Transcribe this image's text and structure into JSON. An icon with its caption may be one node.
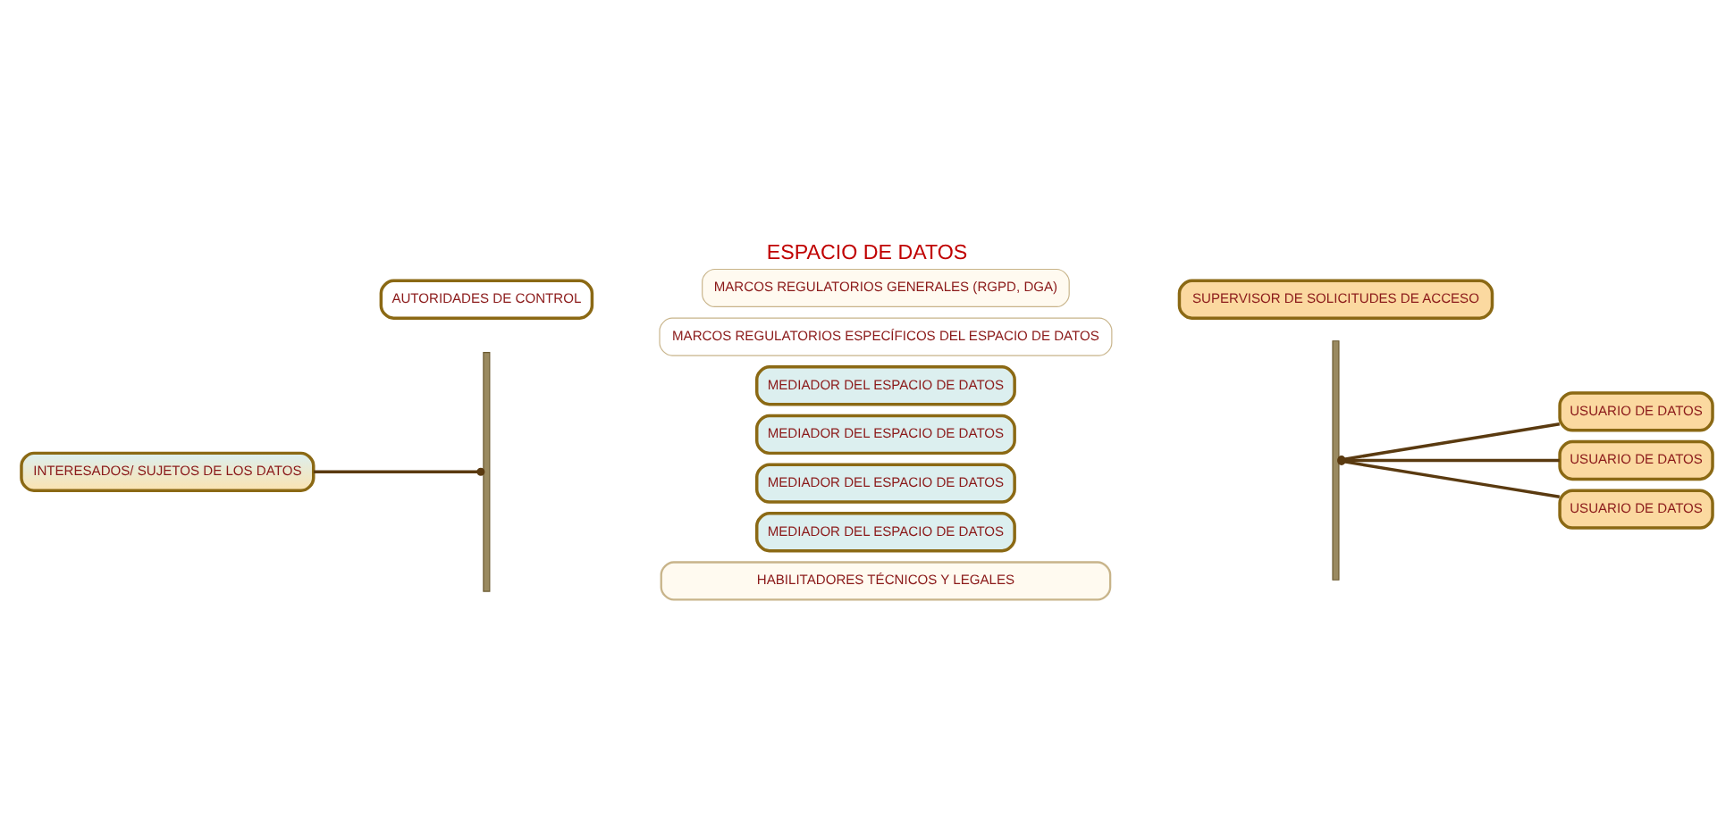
{
  "diagram": {
    "title": "ESPACIO DE DATOS",
    "nodes": [
      {
        "text": [
          "MARCOS REGULATORIOS GENERALES (RGPD, DGA)"
        ]
      },
      {
        "text": [
          "AUTORIDADES DE CONTROL"
        ]
      },
      {
        "text": [
          "MARCOS REGULATORIOS ESPECÍFICOS DEL ESPACIO DE DATOS"
        ]
      },
      {
        "text": [
          "SUPERVISOR DE SOLICITUDES DE ACCESO"
        ]
      },
      {
        "text": [
          "INTERESADOS/ SUJETOS DE LOS DATOS"
        ]
      },
      {
        "text": [
          "MEDIADOR DEL ESPACIO DE DATOS"
        ]
      },
      {
        "text": [
          "MEDIADOR DEL ESPACIO DE DATOS"
        ]
      },
      {
        "text": [
          "MEDIADOR DEL ESPACIO DE DATOS"
        ]
      },
      {
        "text": [
          "MEDIADOR DEL ESPACIO DE DATOS"
        ]
      },
      {
        "text": [
          "USUARIO DE DATOS"
        ]
      },
      {
        "text": [
          "USUARIO DE DATOS"
        ]
      },
      {
        "text": [
          "USUARIO DE DATOS"
        ]
      },
      {
        "text": [
          "HABILITADORES TÉCNICOS Y LEGALES"
        ]
      },
      {
        "text": [],
        "shape": "bar"
      },
      {
        "text": [],
        "shape": "bar"
      }
    ],
    "edges": [
      {
        "from": 4,
        "to": 13,
        "arrow": "other"
      },
      {
        "from": 14,
        "to": 9,
        "arrow": "other"
      },
      {
        "from": 14,
        "to": 10,
        "arrow": "other"
      },
      {
        "from": 14,
        "to": 11,
        "arrow": "other"
      }
    ]
  }
}
